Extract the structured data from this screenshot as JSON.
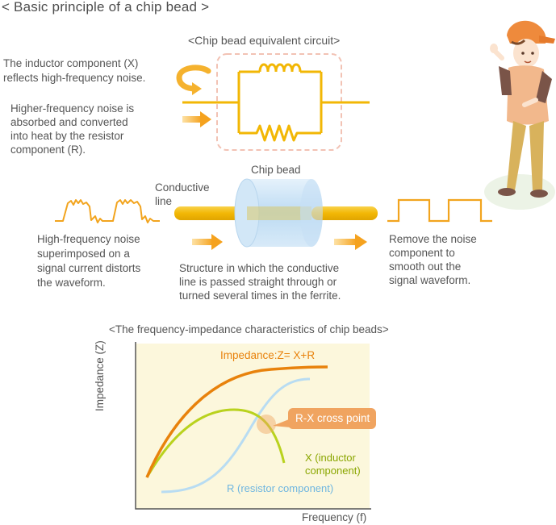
{
  "title": "< Basic principle of a chip bead >",
  "circuit": {
    "label": "<Chip bead equivalent circuit>",
    "inductor_note": "The inductor component (X)\nreflects high-frequency noise.",
    "resistor_note": "Higher-frequency noise is\nabsorbed and converted\ninto heat by the resistor\ncomponent (R)."
  },
  "structure": {
    "chip_bead_label": "Chip bead",
    "conductive_line_label": "Conductive\nline",
    "noise_note": "High-frequency noise\nsuperimposed on a\nsignal current distorts\nthe waveform.",
    "structure_note": "Structure in which the conductive\nline is passed straight through or\nturned several times in the ferrite.",
    "remove_note": "Remove the noise\ncomponent to\nsmooth out the\nsignal waveform."
  },
  "graph": {
    "title": "<The frequency-impedance characteristics of chip beads>",
    "y_axis": "Impedance (Z)",
    "x_axis": "Frequency (f)",
    "impedance_label": "Impedance:Z= X+R",
    "x_component_label": "X (inductor\n component)",
    "r_component_label": "R (resistor component)",
    "cross_point_label": "R-X cross point"
  },
  "colors": {
    "wire": "#f2b705",
    "arrow": "#f7a823",
    "impedance": "#e8820c",
    "inductor": "#b9d21e",
    "resistor": "#b8dcf2",
    "graph_bg": "#fcf7dc",
    "callout": "#f0a460",
    "ferrite": "#bcdcf4"
  }
}
